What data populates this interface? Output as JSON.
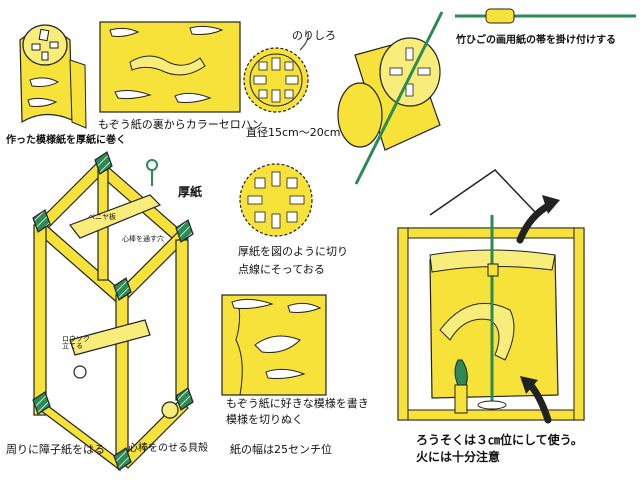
{
  "labels": {
    "wrap_on_cardboard": "作った模様紙を厚紙に巻く",
    "cellophane": "もぞう紙の裏からカラーセロハン",
    "glue_margin": "のりしろ",
    "diameter": "直径15cm〜20cm",
    "bamboo_belt": "竹ひごの画用紙の帯を掛け付けする",
    "cardboard": "厚紙",
    "plywood": "ベニヤ板",
    "mandrel_hole": "心棒を通す穴",
    "candle_stand_note": "ロウソク立てる",
    "paper_around": "周りに障子紙をはる",
    "shell": "心棒をのせる貝殻",
    "cut_as_shown_1": "厚紙を図のように切り",
    "cut_as_shown_2": "点線にそっておる",
    "pattern_note_1": "もぞう紙に好きな模様を書き",
    "pattern_note_2": "模様を切りぬく",
    "paper_width": "紙の幅は25センチ位",
    "candle_note": "ろうそくは３㎝位にして使う。",
    "fire_note": "火には十分注意"
  },
  "colors": {
    "yellow": "#f7e23a",
    "light_yellow": "#f8ec7a",
    "green": "#2c8a55",
    "dark": "#222222"
  }
}
